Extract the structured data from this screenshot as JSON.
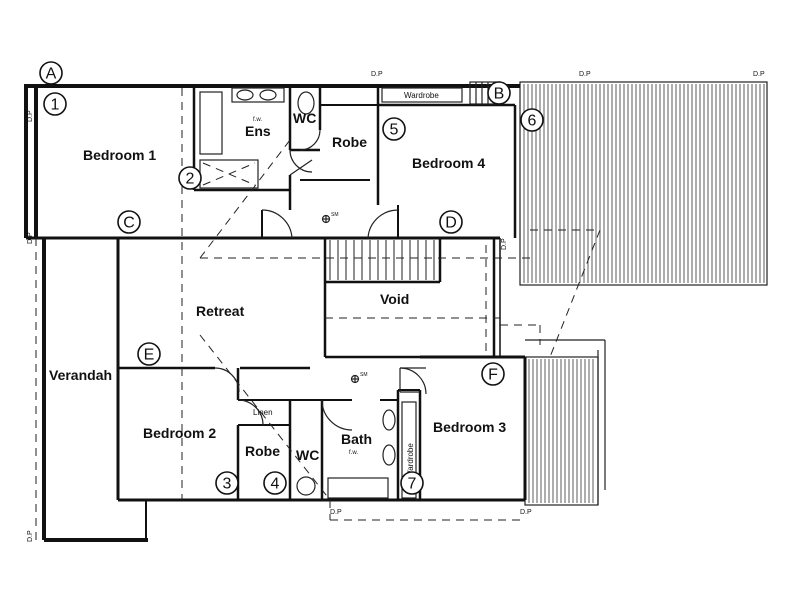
{
  "rooms": {
    "bedroom1": "Bedroom 1",
    "ens": "Ens",
    "wc_upper": "WC",
    "robe_upper": "Robe",
    "bedroom4": "Bedroom 4",
    "wardrobe_upper": "Wardrobe",
    "retreat": "Retreat",
    "void": "Void",
    "verandah": "Verandah",
    "bedroom2": "Bedroom 2",
    "linen": "Linen",
    "robe_lower": "Robe",
    "wc_lower": "WC",
    "bath": "Bath",
    "bedroom3": "Bedroom 3",
    "wardrobe_lower": "Wardrobe"
  },
  "markers": {
    "A": "A",
    "B": "B",
    "C": "C",
    "D": "D",
    "E": "E",
    "F": "F",
    "n1": "1",
    "n2": "2",
    "n3": "3",
    "n4": "4",
    "n5": "5",
    "n6": "6",
    "n7": "7"
  },
  "annotations": {
    "dp": "D.P",
    "sm": "SM",
    "fw": "f.w."
  }
}
